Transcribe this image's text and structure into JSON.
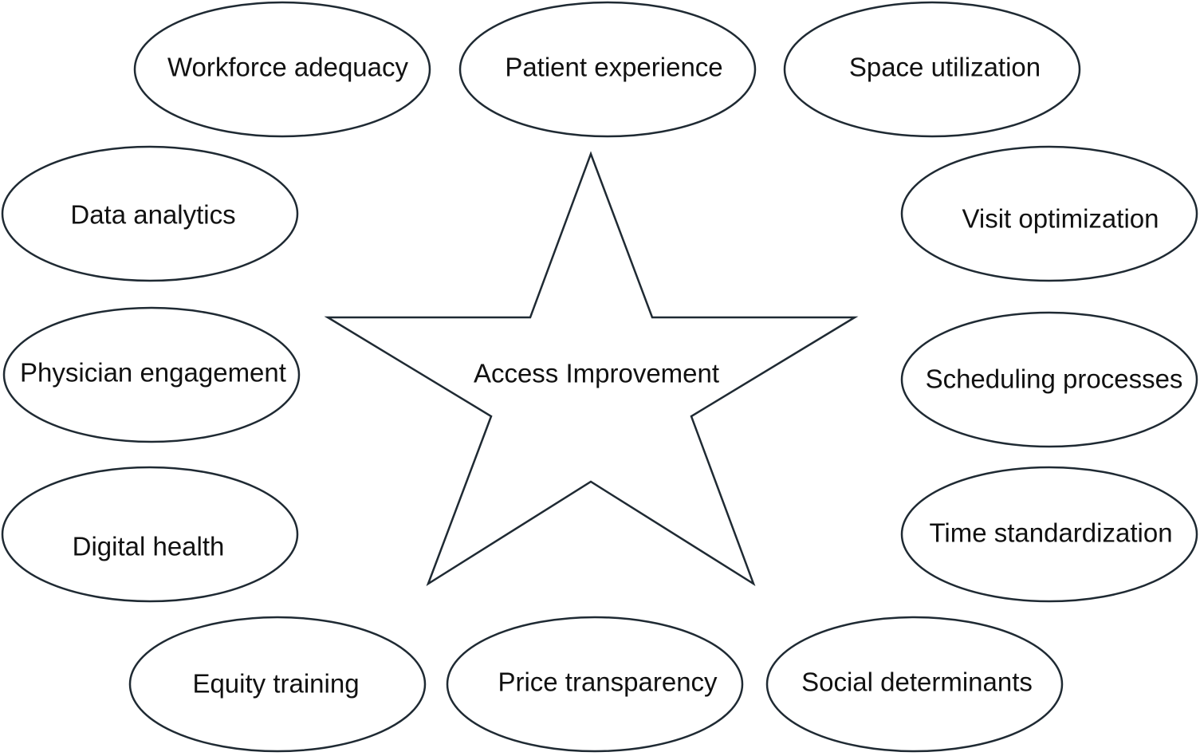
{
  "center": {
    "label": "Access Improvement"
  },
  "nodes": [
    {
      "id": "workforce",
      "label": "Workforce adequacy"
    },
    {
      "id": "patient",
      "label": "Patient experience"
    },
    {
      "id": "space",
      "label": "Space utilization"
    },
    {
      "id": "data",
      "label": "Data analytics"
    },
    {
      "id": "visit",
      "label": "Visit optimization"
    },
    {
      "id": "physician",
      "label": "Physician engagement"
    },
    {
      "id": "scheduling",
      "label": "Scheduling processes"
    },
    {
      "id": "digital",
      "label": "Digital health"
    },
    {
      "id": "time",
      "label": "Time standardization"
    },
    {
      "id": "equity",
      "label": "Equity training"
    },
    {
      "id": "price",
      "label": "Price transparency"
    },
    {
      "id": "social",
      "label": "Social determinants"
    }
  ],
  "colors": {
    "stroke": "#1f2a33",
    "fill": "#ffffff",
    "text": "#111111"
  }
}
